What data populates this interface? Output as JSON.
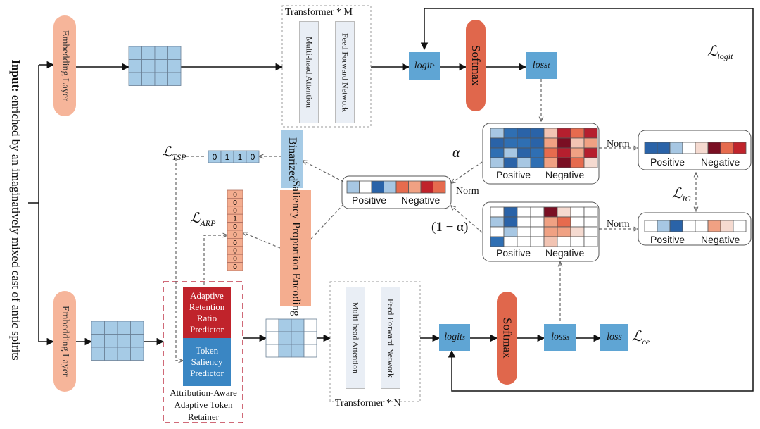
{
  "input": {
    "bold": "Input:",
    "text": " enriched by an imaginatively mixed cast of antic spirits"
  },
  "embedding_label": "Embedding Layer",
  "transformer_m": {
    "caption": "Transformer * M",
    "attention": "Multi-head Attention",
    "ffn": "Feed Forward Network"
  },
  "transformer_n": {
    "caption": "Transformer * N",
    "attention": "Multi-head Attention",
    "ffn": "Feed Forward Network"
  },
  "softmax": "Softmax",
  "logit_t": {
    "base": "logit",
    "sub": "t"
  },
  "loss_t": {
    "base": "loss",
    "sub": "t"
  },
  "logit_s": {
    "base": "logit",
    "sub": "s"
  },
  "loss_s": {
    "base": "loss",
    "sub": "s"
  },
  "loss": "loss",
  "l_logit": {
    "symbol": "ℒ",
    "sub": "logit"
  },
  "l_ce": {
    "symbol": "ℒ",
    "sub": "ce"
  },
  "l_tsp": {
    "symbol": "ℒ",
    "sub": "TSP"
  },
  "l_arp": {
    "symbol": "ℒ",
    "sub": "ARP"
  },
  "l_ig": {
    "symbol": "ℒ",
    "sub": "IG"
  },
  "binarized": "Binarized",
  "binary_vector": [
    "0",
    "1",
    "1",
    "0"
  ],
  "saliency_proportion_encoding": "Saliency Proportion Encoding",
  "proportion_vector": [
    "0",
    "0",
    "0",
    "1",
    "0",
    "0",
    "0",
    "0",
    "0",
    "0"
  ],
  "alpha": "α",
  "one_minus_alpha": "(1 − α)",
  "norm": "Norm",
  "positive": "Positive",
  "negative": "Negative",
  "retainer": {
    "predictor_ratio": "Adaptive Retention Ratio Predictor",
    "predictor_token": "Token Saliency Predictor",
    "caption": "Attribution-Aware Adaptive Token Retainer"
  },
  "colors": {
    "embed": "#f6b59a",
    "softmax": "#e0674c",
    "logit": "#5fa5d4",
    "grid_cell": "#a6cbe6",
    "dark_red": "#c0232b",
    "mid_blue": "#3a86c3",
    "retainer_border": "#c0394b"
  },
  "heatmaps": {
    "upper": [
      [
        "#a7c7e3",
        "#2f6fb3",
        "#2a63a8",
        "#2a63a8",
        "#f2c4b3",
        "#b51f2e",
        "#e66b4e",
        "#b51f2e"
      ],
      [
        "#2a63a8",
        "#2f6fb3",
        "#2f6fb3",
        "#2a63a8",
        "#f0a183",
        "#7a0f23",
        "#f2c4b3",
        "#f0a183"
      ],
      [
        "#2f6fb3",
        "#a7c7e3",
        "#2a63a8",
        "#2f6fb3",
        "#e66b4e",
        "#b51f2e",
        "#f0a183",
        "#b51f2e"
      ],
      [
        "#a7c7e3",
        "#2a63a8",
        "#a7c7e3",
        "#2f6fb3",
        "#f0a183",
        "#7a0f23",
        "#e66b4e",
        "#f5dad0"
      ]
    ],
    "lower": [
      [
        "#ffffff",
        "#2a63a8",
        "#ffffff",
        "#ffffff",
        "#7a0f23",
        "#f5dad0",
        "#ffffff",
        "#ffffff"
      ],
      [
        "#a7c7e3",
        "#2a63a8",
        "#ffffff",
        "#ffffff",
        "#f0a183",
        "#e66b4e",
        "#ffffff",
        "#ffffff"
      ],
      [
        "#ffffff",
        "#a7c7e3",
        "#ffffff",
        "#ffffff",
        "#f0a183",
        "#f0a183",
        "#f5dad0",
        "#ffffff"
      ],
      [
        "#2f6fb3",
        "#ffffff",
        "#ffffff",
        "#ffffff",
        "#f2c4b3",
        "#ffffff",
        "#ffffff",
        "#ffffff"
      ]
    ],
    "middle": [
      "#a7c7e3",
      "#ffffff",
      "#2a63a8",
      "#a7c7e3",
      "#e66b4e",
      "#f0a183",
      "#c0232b",
      "#e66b4e"
    ],
    "right_upper": [
      "#2a63a8",
      "#2a63a8",
      "#a7c7e3",
      "#ffffff",
      "#f5dad0",
      "#7a0f23",
      "#e66b4e",
      "#c0232b"
    ],
    "right_lower": [
      "#ffffff",
      "#a7c7e3",
      "#2a63a8",
      "#ffffff",
      "#ffffff",
      "#f0a183",
      "#f5dad0",
      "#ffffff"
    ]
  }
}
